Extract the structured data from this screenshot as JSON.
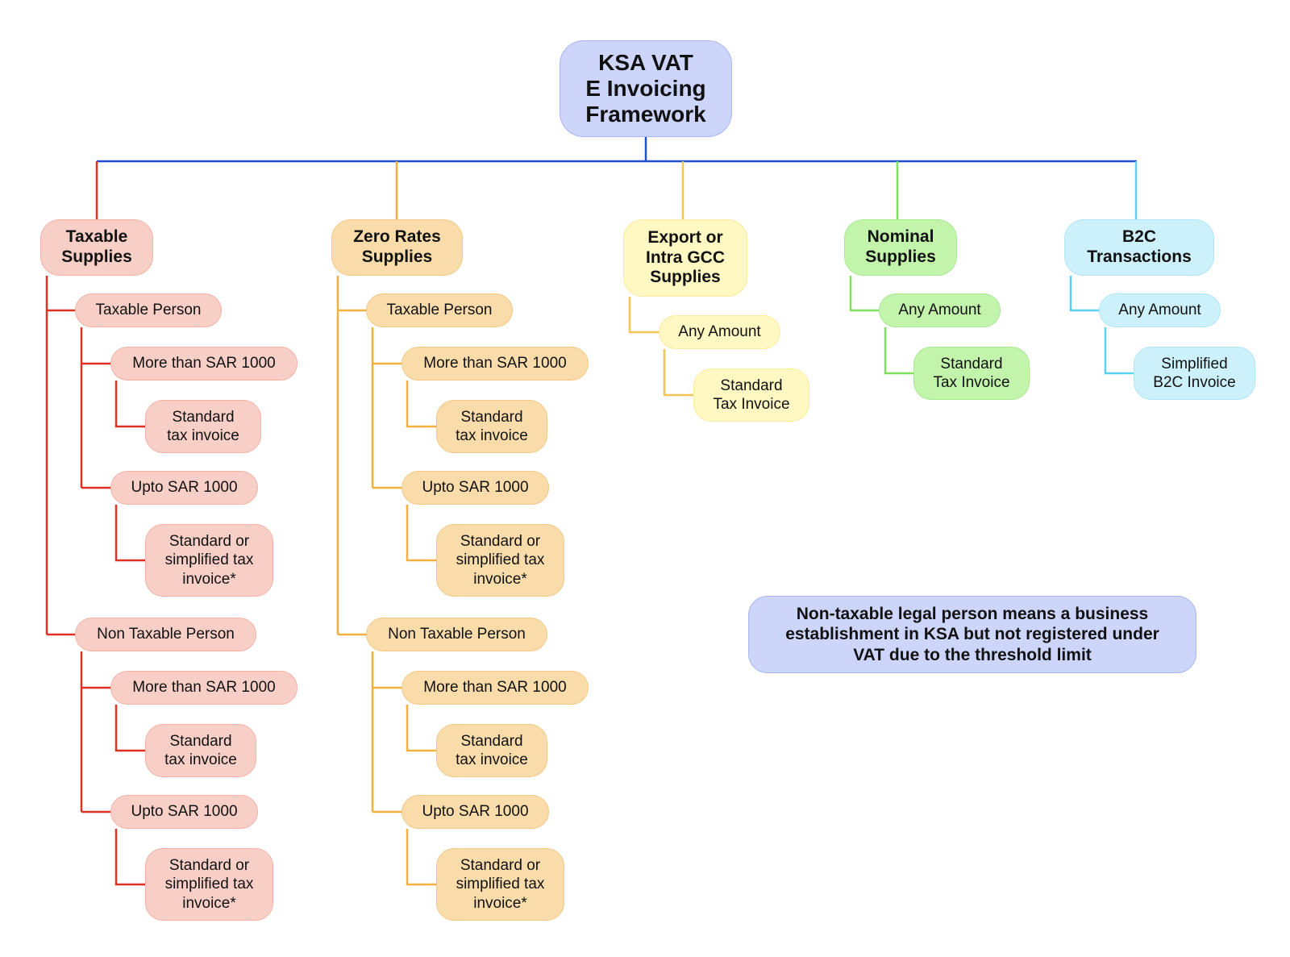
{
  "title": "KSA VAT\nE Invoicing\nFramework",
  "colors": {
    "root_fill": "#cdd5fb",
    "root_border": "#a9b6f0",
    "root_line": "#1f4fd0",
    "red_fill": "#f8cfc7",
    "red_border": "#f2b2a7",
    "red_line": "#e03020",
    "orange_fill": "#fadcaa",
    "orange_border": "#f2c98a",
    "orange_line": "#f0b040",
    "yellow_fill": "#fff8c2",
    "yellow_border": "#f7ec9f",
    "yellow_line": "#f2c655",
    "green_fill": "#c2f4ac",
    "green_border": "#a9e994",
    "green_line": "#7ee05a",
    "blue_fill": "#cdf1fb",
    "blue_border": "#afe5f5",
    "blue_line": "#59d1f2",
    "note_fill": "#cdd5fb",
    "note_border": "#a9b6f0"
  },
  "categories": {
    "taxable": {
      "label": "Taxable\nSupplies",
      "taxable_person": {
        "label": "Taxable Person",
        "more": {
          "label": "More than SAR 1000",
          "invoice": "Standard\ntax invoice"
        },
        "upto": {
          "label": "Upto SAR 1000",
          "invoice": "Standard or\nsimplified tax\ninvoice*"
        }
      },
      "non_taxable_person": {
        "label": "Non Taxable Person",
        "more": {
          "label": "More than SAR 1000",
          "invoice": "Standard\ntax invoice"
        },
        "upto": {
          "label": "Upto SAR 1000",
          "invoice": "Standard or\nsimplified tax\ninvoice*"
        }
      }
    },
    "zero": {
      "label": "Zero Rates\nSupplies",
      "taxable_person": {
        "label": "Taxable Person",
        "more": {
          "label": "More than SAR 1000",
          "invoice": "Standard\ntax invoice"
        },
        "upto": {
          "label": "Upto SAR 1000",
          "invoice": "Standard or\nsimplified tax\ninvoice*"
        }
      },
      "non_taxable_person": {
        "label": "Non Taxable Person",
        "more": {
          "label": "More than SAR 1000",
          "invoice": "Standard\ntax invoice"
        },
        "upto": {
          "label": "Upto SAR 1000",
          "invoice": "Standard or\nsimplified tax\ninvoice*"
        }
      }
    },
    "export": {
      "label": "Export or\nIntra GCC\nSupplies",
      "amount": "Any Amount",
      "invoice": "Standard\nTax Invoice"
    },
    "nominal": {
      "label": "Nominal\nSupplies",
      "amount": "Any Amount",
      "invoice": "Standard\nTax Invoice"
    },
    "b2c": {
      "label": "B2C\nTransactions",
      "amount": "Any Amount",
      "invoice": "Simplified\nB2C Invoice"
    }
  },
  "note": "Non-taxable legal person means a business\nestablishment in KSA but not registered under\nVAT due to the threshold limit"
}
